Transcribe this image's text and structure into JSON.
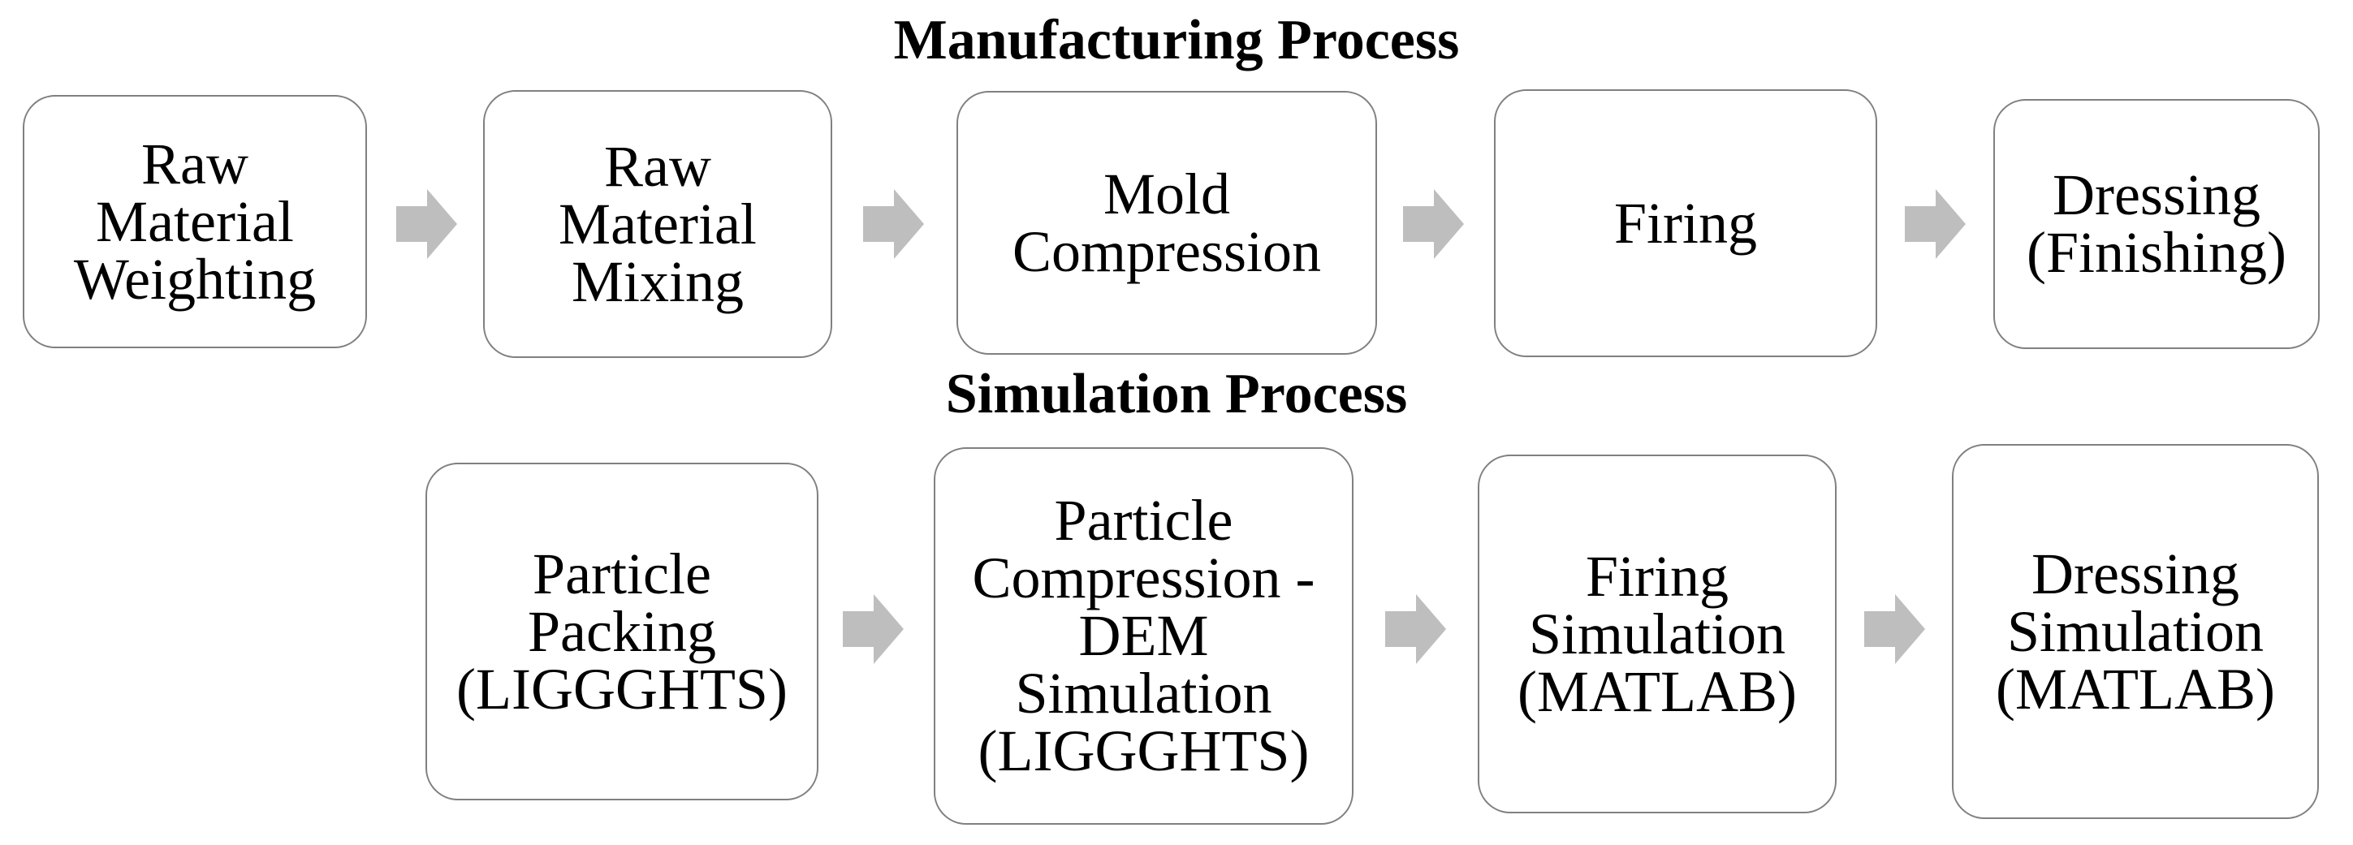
{
  "colors": {
    "background": "#ffffff",
    "box_fill": "#ffffff",
    "box_border": "#808080",
    "arrow_fill": "#bebebe",
    "text": "#000000"
  },
  "sections": [
    {
      "title": "Manufacturing Process",
      "steps": [
        {
          "name": "raw-material-weighting",
          "lines": [
            "Raw",
            "Material",
            "Weighting"
          ]
        },
        {
          "name": "raw-material-mixing",
          "lines": [
            "Raw",
            "Material",
            "Mixing"
          ]
        },
        {
          "name": "mold-compression",
          "lines": [
            "Mold",
            "Compression"
          ]
        },
        {
          "name": "firing",
          "lines": [
            "Firing"
          ]
        },
        {
          "name": "dressing-finishing",
          "lines": [
            "Dressing",
            "(Finishing)"
          ]
        }
      ]
    },
    {
      "title": "Simulation Process",
      "steps": [
        {
          "name": "particle-packing",
          "lines": [
            "Particle",
            "Packing",
            "(LIGGGHTS)"
          ]
        },
        {
          "name": "particle-compression-dem",
          "lines": [
            "Particle",
            "Compression -",
            "DEM",
            "Simulation",
            "(LIGGGHTS)"
          ]
        },
        {
          "name": "firing-simulation",
          "lines": [
            "Firing",
            "Simulation",
            "(MATLAB)"
          ]
        },
        {
          "name": "dressing-simulation",
          "lines": [
            "Dressing",
            "Simulation",
            "(MATLAB)"
          ]
        }
      ]
    }
  ]
}
